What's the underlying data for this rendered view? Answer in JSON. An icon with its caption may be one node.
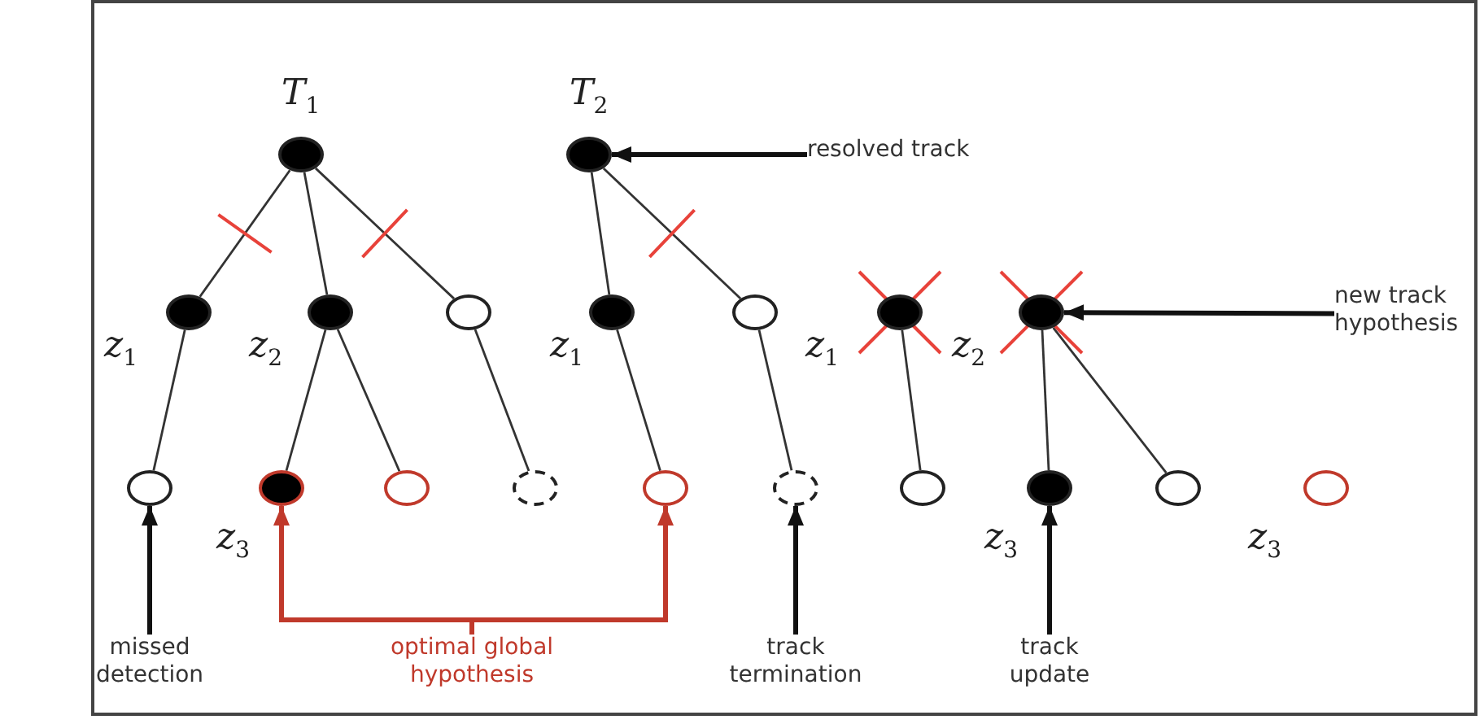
{
  "diagram": {
    "nodes": [
      {
        "text": [],
        "shape": "circle",
        "beside": [
          "T$_{1}$"
        ]
      },
      {
        "text": [],
        "shape": "circle",
        "beside": [
          "T$_{2}$"
        ]
      },
      {
        "text": [],
        "shape": "circle",
        "beside": [
          "z$_{1}$"
        ]
      },
      {
        "text": [],
        "shape": "circle",
        "beside": [
          "z$_{2}$"
        ]
      },
      {
        "text": [],
        "shape": "circle"
      },
      {
        "text": [],
        "shape": "circle",
        "beside": [
          "z$_{1}$"
        ]
      },
      {
        "text": [],
        "shape": "circle"
      },
      {
        "text": [],
        "shape": "circle",
        "beside": [
          "z$_{1}$"
        ]
      },
      {
        "text": [],
        "shape": "circle",
        "beside": [
          "z$_{2}$"
        ]
      },
      {
        "text": [],
        "shape": "circle"
      },
      {
        "text": [],
        "shape": "circle",
        "beside": [
          "z$_{3}$"
        ]
      },
      {
        "text": [],
        "shape": "circle"
      },
      {
        "text": [],
        "shape": "circle"
      },
      {
        "text": [],
        "shape": "circle"
      },
      {
        "text": [],
        "shape": "circle"
      },
      {
        "text": [],
        "shape": "circle"
      },
      {
        "text": [],
        "shape": "circle",
        "beside": [
          "z$_{3}$"
        ]
      },
      {
        "text": [],
        "shape": "circle"
      },
      {
        "text": [],
        "shape": "circle",
        "beside": [
          "z$_{3}$"
        ]
      },
      {
        "text": [
          "resolved track"
        ]
      },
      {
        "text": [
          "new track hypothesis"
        ]
      },
      {
        "text": [
          "missed detection"
        ]
      },
      {
        "text": [
          "optimal global hypothesis"
        ]
      },
      {
        "text": [
          "track termination"
        ]
      },
      {
        "text": [
          "track update"
        ]
      }
    ],
    "edges": [
      {
        "from": 0,
        "to": 2,
        "arrow": "none"
      },
      {
        "from": 0,
        "to": 3,
        "arrow": "none"
      },
      {
        "from": 0,
        "to": 4,
        "arrow": "none"
      },
      {
        "from": 1,
        "to": 5,
        "arrow": "none"
      },
      {
        "from": 1,
        "to": 6,
        "arrow": "none"
      },
      {
        "from": 2,
        "to": 9,
        "arrow": "none"
      },
      {
        "from": 3,
        "to": 10,
        "arrow": "none"
      },
      {
        "from": 3,
        "to": 11,
        "arrow": "none"
      },
      {
        "from": 4,
        "to": 12,
        "arrow": "none"
      },
      {
        "from": 5,
        "to": 13,
        "arrow": "none"
      },
      {
        "from": 6,
        "to": 14,
        "arrow": "none"
      },
      {
        "from": 7,
        "to": 15,
        "arrow": "none"
      },
      {
        "from": 8,
        "to": 16,
        "arrow": "none"
      },
      {
        "from": 8,
        "to": 17,
        "arrow": "none"
      },
      {
        "from": 19,
        "to": 1,
        "arrow": "to",
        "style": "thick"
      },
      {
        "from": 20,
        "to": 8,
        "arrow": "to",
        "style": "thick"
      },
      {
        "from": 21,
        "to": 9,
        "arrow": "to",
        "style": "thick"
      },
      {
        "from": 22,
        "to": 10,
        "arrow": "to",
        "style": "thick",
        "color": "#c0392b"
      },
      {
        "from": 22,
        "to": 13,
        "arrow": "to",
        "style": "thick",
        "color": "#c0392b"
      },
      {
        "from": 23,
        "to": 14,
        "arrow": "to",
        "style": "thick"
      },
      {
        "from": 24,
        "to": 16,
        "arrow": "to",
        "style": "thick"
      }
    ]
  }
}
